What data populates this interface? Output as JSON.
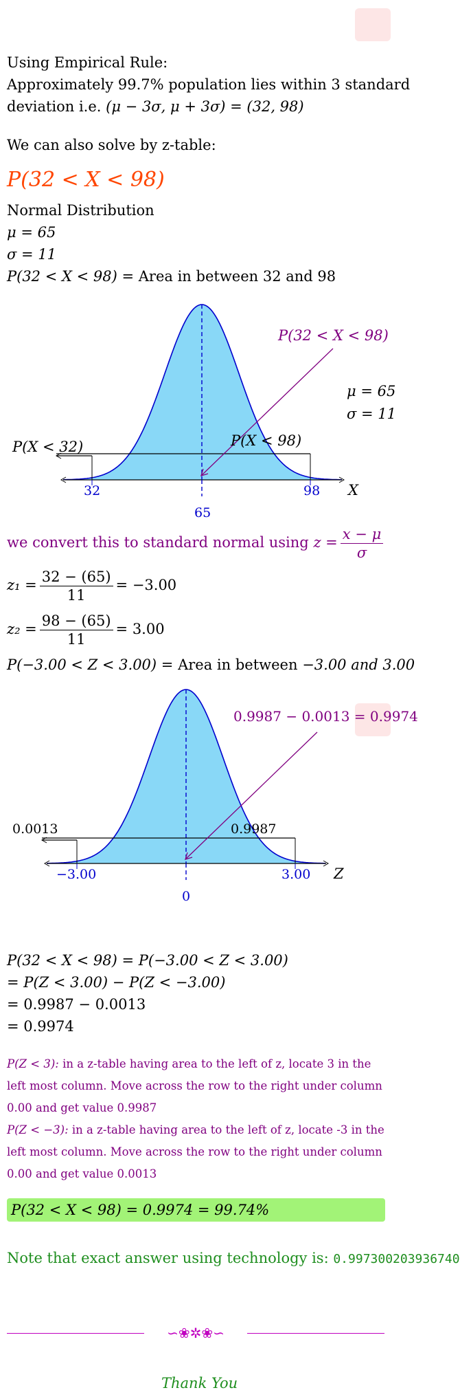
{
  "intro": {
    "heading": "Using Empirical Rule:",
    "line1": "Approximately 99.7% population lies within 3 standard",
    "line2_text": "deviation i.e.",
    "line2_math": "(μ − 3σ, μ + 3σ) = (32, 98)",
    "ztable_note": "We can also solve by z-table:"
  },
  "problem": {
    "title": "P(32 < X < 98)",
    "dist": "Normal Distribution",
    "mu": "μ = 65",
    "sigma": "σ = 11",
    "area_math": "P(32 < X < 98) =",
    "area_text": "Area in between 32 and 98"
  },
  "chart1": {
    "label_prob": "P(32 < X < 98)",
    "mu": "μ = 65",
    "sigma": "σ = 11",
    "left_label": "P(X < 32)",
    "right_label": "P(X < 98)",
    "tick_left": "32",
    "tick_right": "98",
    "tick_mid": "65",
    "axis": "X"
  },
  "conversion": {
    "text": "we convert this to standard normal using",
    "lhs": "z =",
    "num": "x − μ",
    "den": "σ"
  },
  "z1": {
    "lhs": "z₁ =",
    "num": "32 − (65)",
    "den": "11",
    "rhs": "= −3.00"
  },
  "z2": {
    "lhs": "z₂ =",
    "num": "98 − (65)",
    "den": "11",
    "rhs": "= 3.00"
  },
  "zarea": {
    "math": "P(−3.00 < Z < 3.00) =",
    "text": "Area in between",
    "rest": "−3.00 and 3.00"
  },
  "chart2": {
    "label_prob": "0.9987 − 0.0013 = 0.9974",
    "left_label": "0.0013",
    "right_label": "0.9987",
    "tick_left": "−3.00",
    "tick_right": "3.00",
    "tick_mid": "0",
    "axis": "Z"
  },
  "solution": {
    "l1": "P(32 < X < 98) = P(−3.00 < Z < 3.00)",
    "l2": "= P(Z < 3.00) − P(Z < −3.00)",
    "l3": "= 0.9987 − 0.0013",
    "l4": "= 0.9974"
  },
  "explain": {
    "a_math": "P(Z < 3):",
    "a1": "in a z-table having area to the left of z, locate 3 in the",
    "a2": "left most column. Move across the row to the right under column",
    "a3": "0.00 and get value 0.9987",
    "b_math": "P(Z < −3):",
    "b1": "in a z-table having area to the left of z, locate -3 in the",
    "b2": "left most column. Move across the row to the right under column",
    "b3": "0.00 and get value 0.0013"
  },
  "answer": "P(32 < X < 98) = 0.9974 = 99.74%",
  "note": {
    "text": "Note that exact answer using technology is:",
    "value": "0.997300203936740"
  },
  "closing": {
    "ornament": "∽❀✲❀∽",
    "thanks": "Thank You"
  },
  "colors": {
    "fill": "#89d8f7",
    "curve": "#0000cd",
    "purple": "#800080",
    "answer_bg": "#a2f377"
  }
}
